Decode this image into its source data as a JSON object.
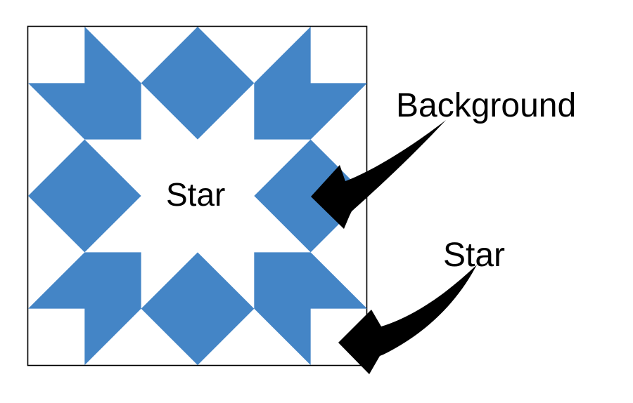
{
  "diagram": {
    "center_label": "Star",
    "callouts": [
      {
        "label": "Background"
      },
      {
        "label": "Star"
      }
    ]
  },
  "colors": {
    "star_blue": "#4485C6",
    "background_white": "#FFFFFF",
    "outline": "#000000",
    "arrow": "#000000",
    "text": "#000000"
  }
}
